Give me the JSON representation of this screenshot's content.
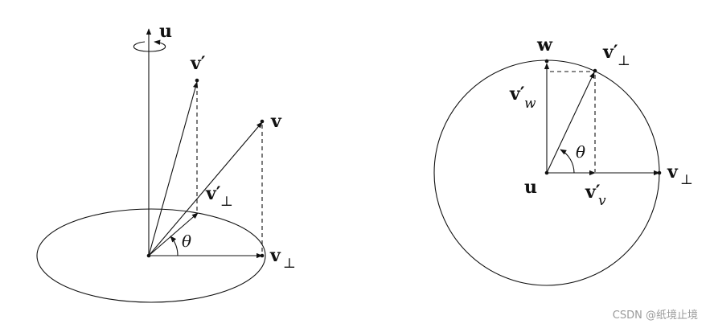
{
  "left_figure": {
    "axis_label": "u",
    "v_prime_label": "v′",
    "v_label": "v",
    "v_perp_prime_label": "v′",
    "v_perp_prime_sub": "⊥",
    "v_perp_label": "v",
    "v_perp_sub": "⊥",
    "theta_label": "θ"
  },
  "right_figure": {
    "w_label": "w",
    "v_perp_prime_label": "v′",
    "v_perp_prime_sub": "⊥",
    "v_w_prime_label": "v′",
    "v_w_prime_sub": "w",
    "theta_label": "θ",
    "v_perp_label": "v",
    "v_perp_sub": "⊥",
    "u_label": "u",
    "v_v_prime_label": "v′",
    "v_v_prime_sub": "v"
  },
  "watermark": "CSDN @纸境止境"
}
